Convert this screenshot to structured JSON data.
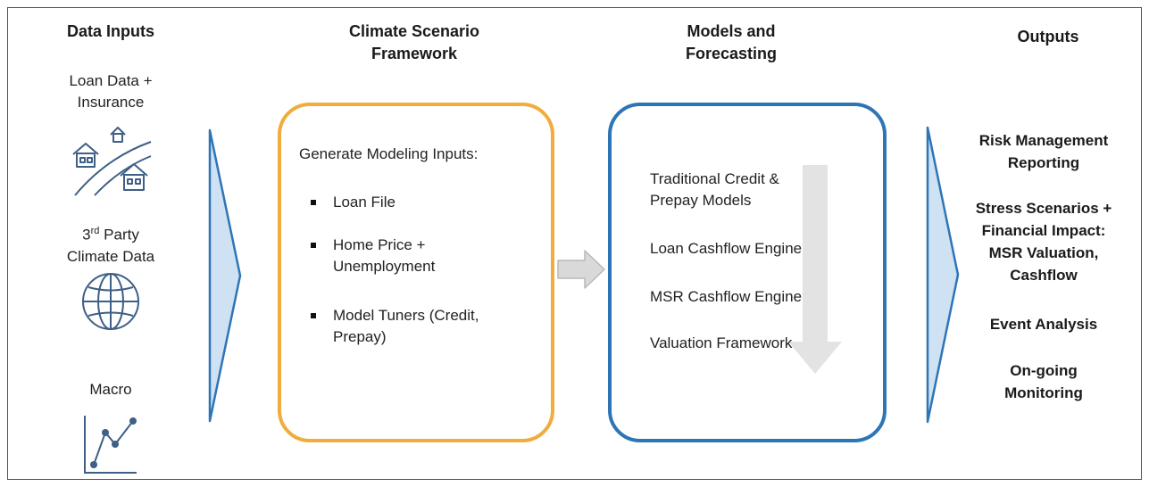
{
  "headers": {
    "data_inputs": "Data Inputs",
    "climate_line1": "Climate Scenario",
    "climate_line2": "Framework",
    "models_line1": "Models and",
    "models_line2": "Forecasting",
    "outputs": "Outputs"
  },
  "inputs": {
    "loan_line1": "Loan Data +",
    "loan_line2": "Insurance",
    "third_prefix": "3",
    "third_sup": "rd",
    "third_rest": " Party",
    "third_line2": "Climate Data",
    "macro": "Macro"
  },
  "climate_box": {
    "heading": "Generate Modeling Inputs:",
    "bullets": [
      {
        "line1": "Loan File",
        "line2": ""
      },
      {
        "line1": "Home Price +",
        "line2": "Unemployment"
      },
      {
        "line1": "Model Tuners (Credit,",
        "line2": "Prepay)"
      }
    ],
    "border_color": "#f0ac3c"
  },
  "models_box": {
    "items": [
      {
        "line1": "Traditional Credit  &",
        "line2": "Prepay Models"
      },
      {
        "line1": "Loan Cashflow Engine",
        "line2": ""
      },
      {
        "line1": "MSR Cashflow Engine",
        "line2": ""
      },
      {
        "line1": "Valuation Framework",
        "line2": ""
      }
    ],
    "border_color": "#2e75b6"
  },
  "outputs": [
    {
      "line1": "Risk Management",
      "line2": "Reporting"
    },
    {
      "lines": [
        "Stress Scenarios +",
        "Financial Impact:",
        "MSR Valuation,",
        "Cashflow"
      ]
    },
    {
      "line1": "Event Analysis",
      "line2": ""
    },
    {
      "line1": "On-going",
      "line2": "Monitoring"
    }
  ],
  "icons": {
    "houses": "houses-road-icon",
    "globe": "globe-icon",
    "line_chart": "line-chart-icon"
  },
  "colors": {
    "chevron_fill": "#cfe2f3",
    "chevron_stroke": "#2e75b6",
    "connector_arrow": "#d9d9d9",
    "down_arrow": "#e3e3e3"
  }
}
